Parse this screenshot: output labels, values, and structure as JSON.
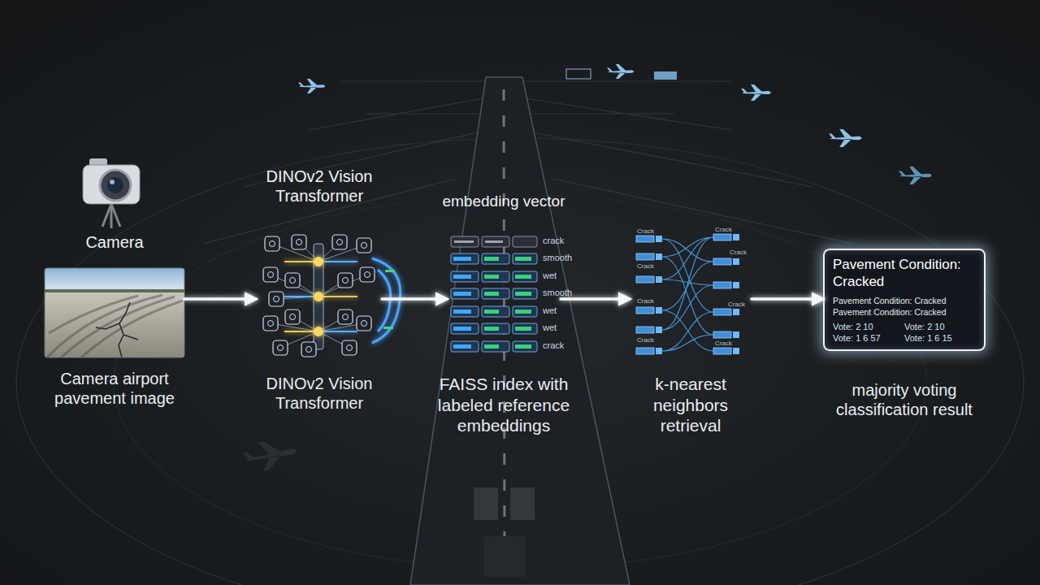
{
  "diagram": {
    "nodes": [
      {
        "text": [
          "Camera",
          "Camera airport pavement image"
        ]
      },
      {
        "text": [
          "DINOv2 Vision Transformer",
          "DINOv2 Vision Transformer"
        ]
      },
      {
        "text": [
          "embedding vector",
          "FAISS index with labeled reference embeddings"
        ]
      },
      {
        "text": [
          "k-nearest neighbors retrieval"
        ]
      },
      {
        "text": [
          "Pavement Condition: Cracked",
          "Pavement Condition: Cracked",
          "Pavement Condition: Cracked",
          "Vote: 2 10",
          "Vote: 2 10",
          "Vote: 1 6 57",
          "Vote: 1 6 15",
          "majority voting classification result"
        ]
      }
    ],
    "edges": [
      {
        "from": 0,
        "to": 1,
        "arrow": "to"
      },
      {
        "from": 1,
        "to": 2,
        "arrow": "to"
      },
      {
        "from": 2,
        "to": 3,
        "arrow": "to"
      },
      {
        "from": 3,
        "to": 4,
        "arrow": "to"
      }
    ],
    "labels": [
      "crack",
      "smooth",
      "wet",
      "smooth",
      "wet",
      "wet",
      "crack",
      "Crack",
      "Crack",
      "Crack",
      "Crack",
      "Crack",
      "Crack",
      "Crack",
      "Crack"
    ]
  }
}
